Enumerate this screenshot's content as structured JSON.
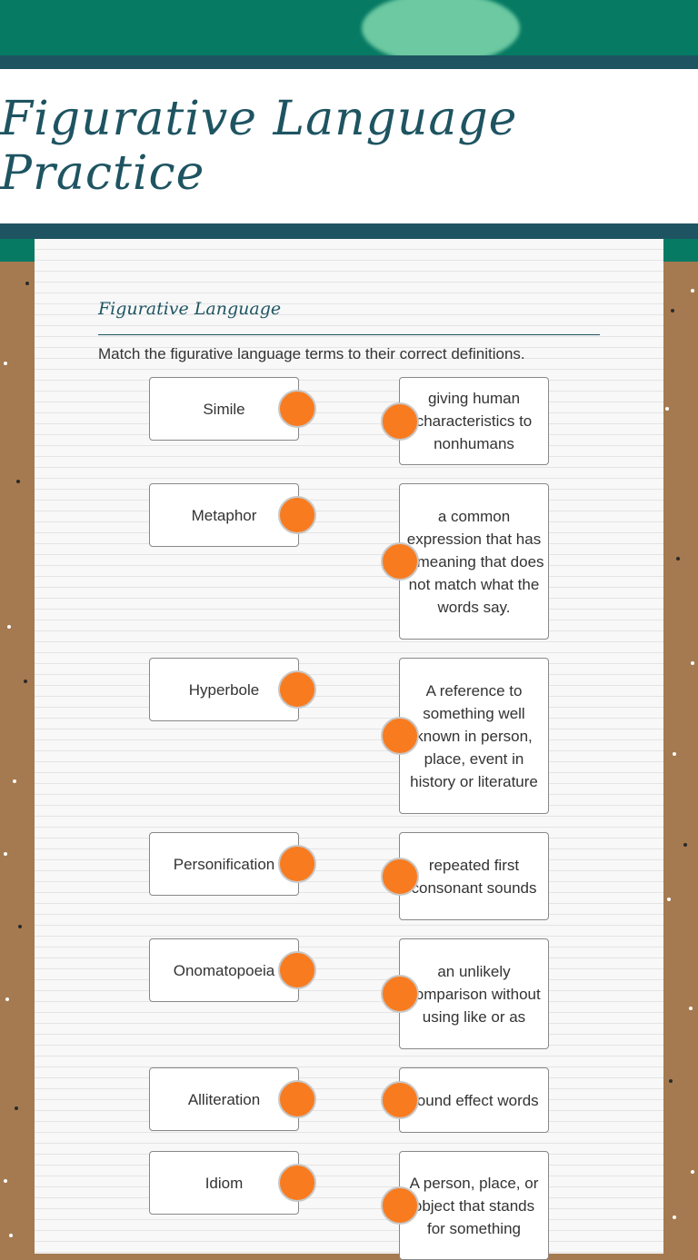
{
  "header": {
    "title": "Figurative Language Practice"
  },
  "section": {
    "title": "Figurative Language",
    "instructions": "Match the figurative language terms to their correct definitions."
  },
  "terms": [
    "Simile",
    "Metaphor",
    "Hyperbole",
    "Personification",
    "Onomatopoeia",
    "Alliteration",
    "Idiom"
  ],
  "definitions": [
    "giving human characteristics to nonhumans",
    "a common expression that has a meaning that does not match what the words say.",
    "A reference to something well known in person, place, event in history or literature",
    "repeated first consonant sounds",
    "an unlikely comparison without using like or as",
    "sound effect words",
    "A person, place, or object that stands for something"
  ],
  "colors": {
    "header_green": "#067a63",
    "header_blob": "#6cc9a1",
    "dark_teal": "#1e5461",
    "board_brown": "#a57a51",
    "handle_orange": "#f97b1f"
  }
}
